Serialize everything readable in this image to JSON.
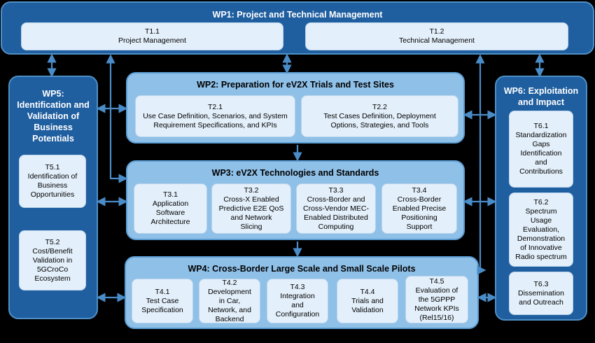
{
  "wp1": {
    "title": "WP1: Project and Technical Management",
    "tasks": [
      {
        "id": "T1.1",
        "label": "Project Management"
      },
      {
        "id": "T1.2",
        "label": "Technical Management"
      }
    ]
  },
  "wp2": {
    "title": "WP2: Preparation for eV2X Trials and Test Sites",
    "tasks": [
      {
        "id": "T2.1",
        "line1": "Use Case Definition, Scenarios, and System",
        "line2": "Requirement Specifications, and KPIs"
      },
      {
        "id": "T2.2",
        "line1": "Test Cases Definition, Deployment",
        "line2": "Options, Strategies, and Tools"
      }
    ]
  },
  "wp3": {
    "title": "WP3: eV2X Technologies and Standards",
    "tasks": [
      {
        "id": "T3.1",
        "lines": [
          "Application",
          "Software",
          "Architecture"
        ]
      },
      {
        "id": "T3.2",
        "lines": [
          "Cross-X Enabled",
          "Predictive E2E QoS",
          "and Network",
          "Slicing"
        ]
      },
      {
        "id": "T3.3",
        "lines": [
          "Cross-Border and",
          "Cross-Vendor MEC-",
          "Enabled Distributed",
          "Computing"
        ]
      },
      {
        "id": "T3.4",
        "lines": [
          "Cross-Border",
          "Enabled Precise",
          "Positioning",
          "Support"
        ]
      }
    ]
  },
  "wp4": {
    "title": "WP4: Cross-Border Large Scale and Small Scale Pilots",
    "tasks": [
      {
        "id": "T4.1",
        "lines": [
          "Test Case",
          "Specification"
        ]
      },
      {
        "id": "T4.2",
        "lines": [
          "Development",
          "in Car,",
          "Network, and",
          "Backend"
        ]
      },
      {
        "id": "T4.3",
        "lines": [
          "Integration",
          "and",
          "Configuration"
        ]
      },
      {
        "id": "T4.4",
        "lines": [
          "Trials and",
          "Validation"
        ]
      },
      {
        "id": "T4.5",
        "lines": [
          "Evaluation of",
          "the 5GPPP",
          "Network KPIs",
          "(Rel15/16)"
        ]
      }
    ]
  },
  "wp5": {
    "title_lines": [
      "WP5:",
      "Identification and",
      "Validation of",
      "Business",
      "Potentials"
    ],
    "tasks": [
      {
        "id": "T5.1",
        "lines": [
          "Identification of",
          "Business",
          "Opportunities"
        ]
      },
      {
        "id": "T5.2",
        "lines": [
          "Cost/Benefit",
          "Validation in",
          "5GCroCo",
          "Ecosystem"
        ]
      }
    ]
  },
  "wp6": {
    "title_lines": [
      "WP6: Exploitation",
      "and Impact"
    ],
    "tasks": [
      {
        "id": "T6.1",
        "lines": [
          "Standardization",
          "Gaps",
          "Identification",
          "and",
          "Contributions"
        ]
      },
      {
        "id": "T6.2",
        "lines": [
          "Spectrum",
          "Usage",
          "Evaluation,",
          "Demonstration",
          "of Innovative",
          "Radio spectrum"
        ]
      },
      {
        "id": "T6.3",
        "lines": [
          "Dissemination",
          "and Outreach"
        ]
      }
    ]
  },
  "colors": {
    "dark_box": "#1f5e9f",
    "light_box": "#8fc0e8",
    "task_box": "#e3effa",
    "arrow": "#4a8cc8"
  }
}
